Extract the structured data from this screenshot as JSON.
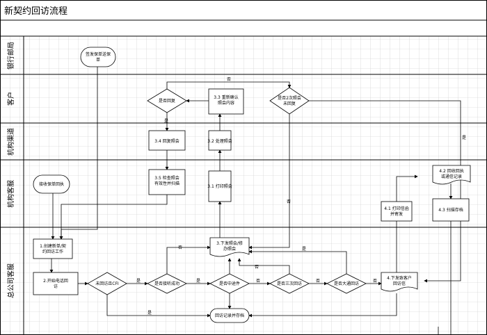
{
  "title": "新契约回访流程",
  "lanes": [
    "银行邮局",
    "客户",
    "机构渠道",
    "机构客服",
    "总公司客服"
  ],
  "nodes": {
    "n_sign": "签发保单送保单",
    "n_receipt": "接收保单回执",
    "n_create": "1.创建新单/契约回访工作",
    "n_call": "2.开始电话回访",
    "n_fail": "未回访且CFI",
    "n_connect": "是否接听成功",
    "n_middle": "是否中途件",
    "n_third": "是否三次回访",
    "n_bigpass": "是否大通回访",
    "n_issue": "3.下发照会/修办照会",
    "n_printnote": "3.1 打印照会",
    "n_handle": "3.2 处理照会",
    "n_confirm": "3.3 重新确认照会内容",
    "n_reply": "是否回复",
    "n_replynote": "3.4 回复照会",
    "n_check": "3.5 检查照会有效性并扫描",
    "n_twice": "是否2次照会未回复",
    "n_letter": "4.下发致客户回访信",
    "n_printletter": "4.1 打印信函并寄发",
    "n_collect": "4.2 回收回执或通信记录",
    "n_scan": "4.3 扫描存档",
    "n_record": "回访记录并存档"
  },
  "edges": {
    "yes": "是",
    "no": "否"
  }
}
